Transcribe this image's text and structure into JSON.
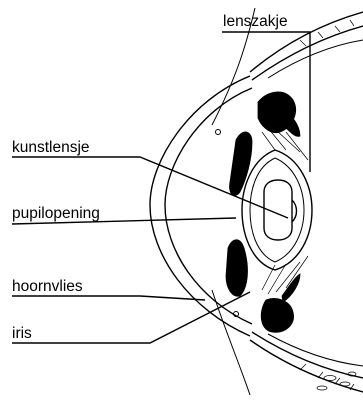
{
  "labels": {
    "lens_capsule": "lenszakje",
    "artificial_lens": "kunstlensje",
    "pupil_opening": "pupilopening",
    "cornea": "hoornvlies",
    "iris": "iris"
  }
}
